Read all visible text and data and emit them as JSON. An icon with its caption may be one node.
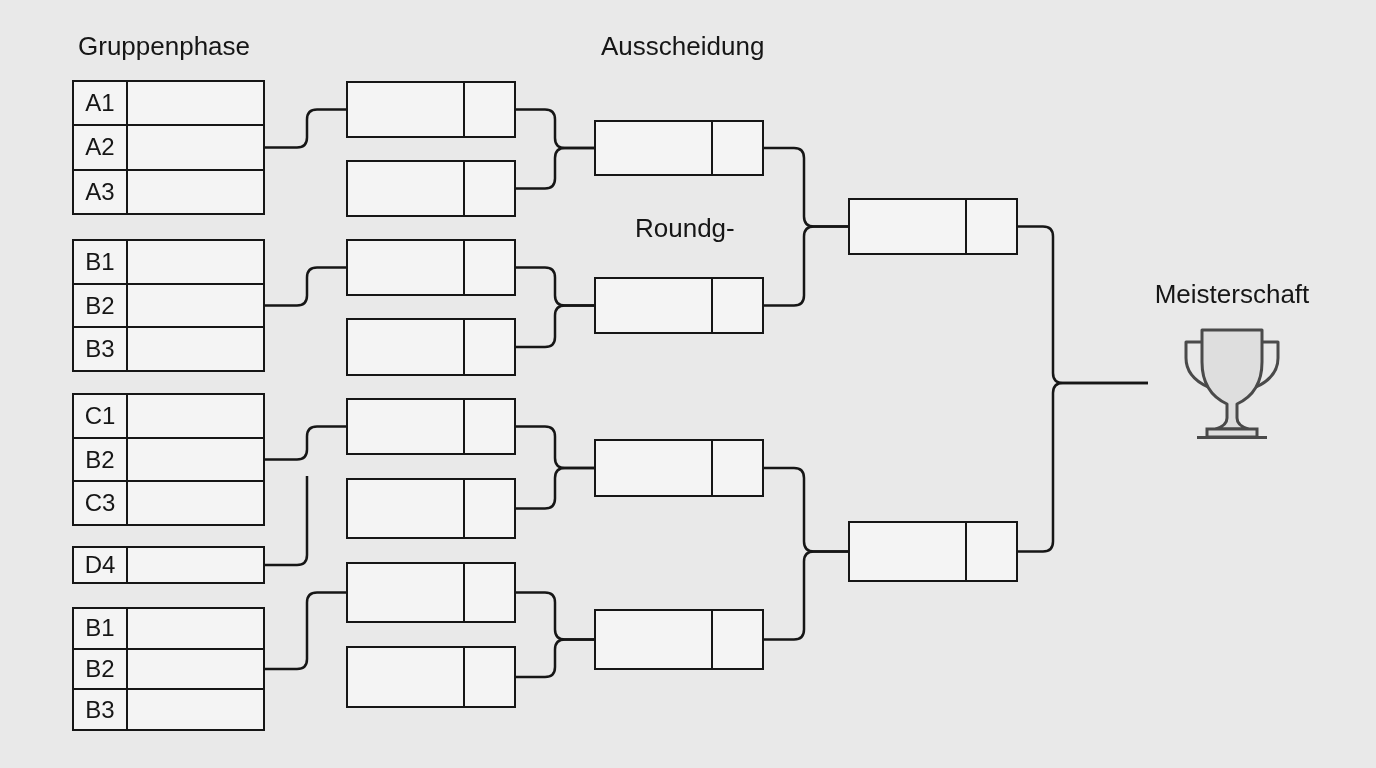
{
  "diagram": {
    "nodes": [
      {
        "text": [
          "A1",
          "A2",
          "A3"
        ]
      },
      {
        "text": [
          "B1",
          "B2",
          "B3"
        ]
      },
      {
        "text": [
          "C1",
          "B2",
          "C3"
        ]
      },
      {
        "text": [
          "D4"
        ]
      },
      {
        "text": [
          "B1",
          "B2",
          "B3"
        ]
      },
      {
        "text": [],
        "shape": "box"
      },
      {
        "text": [],
        "shape": "box"
      },
      {
        "text": [],
        "shape": "box"
      },
      {
        "text": [],
        "shape": "box"
      },
      {
        "text": [],
        "shape": "box"
      },
      {
        "text": [],
        "shape": "box"
      },
      {
        "text": [],
        "shape": "box"
      },
      {
        "text": [],
        "shape": "box"
      },
      {
        "text": [],
        "shape": "box"
      },
      {
        "text": [],
        "shape": "box"
      },
      {
        "text": [],
        "shape": "box"
      },
      {
        "text": [],
        "shape": "box"
      },
      {
        "text": [],
        "shape": "box"
      },
      {
        "text": [],
        "shape": "box"
      },
      {
        "text": [],
        "shape": "picture",
        "beside": [
          "Meisterschaft"
        ]
      }
    ],
    "edges": [
      {
        "from": 0,
        "to": 5,
        "arrow": "none"
      },
      {
        "from": 1,
        "to": 7,
        "arrow": "none"
      },
      {
        "from": 2,
        "to": 9,
        "arrow": "none"
      },
      {
        "from": 3,
        "to": null,
        "arrow": "none"
      },
      {
        "from": 4,
        "to": 11,
        "arrow": "none"
      },
      {
        "from": 5,
        "to": 13,
        "arrow": "none"
      },
      {
        "from": 6,
        "to": 13,
        "arrow": "none"
      },
      {
        "from": 7,
        "to": 14,
        "arrow": "none"
      },
      {
        "from": 8,
        "to": 14,
        "arrow": "none"
      },
      {
        "from": 9,
        "to": 15,
        "arrow": "none"
      },
      {
        "from": 10,
        "to": 15,
        "arrow": "none"
      },
      {
        "from": 11,
        "to": 16,
        "arrow": "none"
      },
      {
        "from": 12,
        "to": 16,
        "arrow": "none"
      },
      {
        "from": 13,
        "to": 17,
        "arrow": "none"
      },
      {
        "from": 14,
        "to": 17,
        "arrow": "none"
      },
      {
        "from": 15,
        "to": 18,
        "arrow": "none"
      },
      {
        "from": 16,
        "to": 18,
        "arrow": "none"
      },
      {
        "from": 17,
        "to": 19,
        "arrow": "none"
      },
      {
        "from": 18,
        "to": 19,
        "arrow": "none"
      }
    ],
    "labels": [
      "Gruppenphase",
      "Ausscheidung",
      "Roundg-"
    ]
  }
}
